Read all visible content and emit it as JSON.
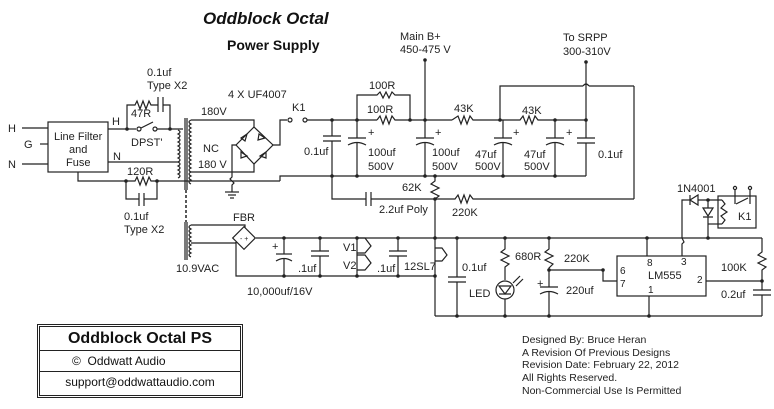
{
  "header": {
    "title": "Oddblock Octal",
    "subtitle": "Power Supply"
  },
  "labels": {
    "mains_h": "H",
    "mains_g": "G",
    "mains_n": "N",
    "filter_line1": "Line Filter",
    "filter_line2": "and",
    "filter_line3": "Fuse",
    "filter_out_h": "H",
    "filter_out_n": "N",
    "snubber_cap_value": "0.1uf",
    "snubber_cap_type": "Type X2",
    "snubber_res": "47R",
    "switch": "DPST'",
    "ground_res": "120R",
    "ground_cap_value": "0.1uf",
    "ground_cap_type": "Type X2",
    "sec_top": "180V",
    "sec_center": "NC",
    "sec_bottom": "180 V",
    "rectifier": "4 X UF4007",
    "relay_contact": "K1",
    "cap_01_a": "0.1uf",
    "res_100r_a": "100R",
    "res_100r_b": "100R",
    "cap_100_a_value": "100uf",
    "cap_100_a_volt": "500V",
    "cap_100_b_value": "100uf",
    "cap_100_b_volt": "500V",
    "main_b_label": "Main B+",
    "main_b_volt": "450-475 V",
    "res_43k_a": "43K",
    "res_43k_b": "43K",
    "cap_47_a_value": "47uf",
    "cap_47_a_volt": "500V",
    "cap_47_b_value": "47uf",
    "cap_47_b_volt": "500V",
    "srpp_label": "To SRPP",
    "srpp_volt": "300-310V",
    "cap_01_b": "0.1uf",
    "res_62k": "62K",
    "cap_poly": "2.2uf Poly",
    "res_220k_a": "220K",
    "heater_secondary": "10.9VAC",
    "fbr": "FBR",
    "cap_10000": "10,000uf/16V",
    "cap_heater_a": ".1uf",
    "cap_heater_b": ".1uf",
    "heater_v1": "V1",
    "heater_v2": "V2",
    "tube": "12SL7",
    "cap_01_c": "0.1uf",
    "res_680r": "680R",
    "led": "LED",
    "res_220k_b": "220K",
    "cap_220": "220uf",
    "diode_1n4001": "1N4001",
    "relay_coil": "K1",
    "timer_ic": "LM555",
    "pin_8": "8",
    "pin_3": "3",
    "pin_6": "6",
    "pin_7": "7",
    "pin_2": "2",
    "pin_1": "1",
    "res_100k": "100K",
    "cap_02": "0.2uf"
  },
  "title_block": {
    "name": "Oddblock Octal PS",
    "copyright_symbol": "©",
    "company": "Oddwatt Audio",
    "email": "support@oddwattaudio.com"
  },
  "credits": [
    "Designed By: Bruce Heran",
    "A Revision Of Previous Designs",
    "Revision Date:  February 22, 2012",
    "All Rights Reserved.",
    "Non-Commercial Use Is Permitted"
  ]
}
